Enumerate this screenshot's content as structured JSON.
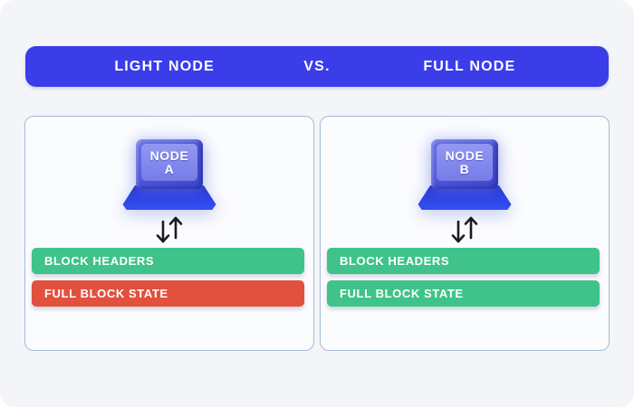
{
  "colors": {
    "page_bg": "#ffffff",
    "card_bg": "#f4f5f8",
    "header_bg": "#3a3de8",
    "header_text": "#ffffff",
    "panel_border": "#a4badd",
    "panel_bg": "#fbfcfe",
    "green": "#3fc38a",
    "red": "#e2503e",
    "arrow": "#1c1c1c"
  },
  "header": {
    "left_label": "LIGHT NODE",
    "vs_label": "VS.",
    "right_label": "FULL NODE"
  },
  "panels": [
    {
      "name": "light-node",
      "laptop": {
        "line1": "NODE",
        "line2": "A"
      },
      "bars": [
        {
          "label": "BLOCK HEADERS",
          "color": "#3fc38a"
        },
        {
          "label": "FULL BLOCK STATE",
          "color": "#e2503e"
        }
      ]
    },
    {
      "name": "full-node",
      "laptop": {
        "line1": "NODE",
        "line2": "B"
      },
      "bars": [
        {
          "label": "BLOCK HEADERS",
          "color": "#3fc38a"
        },
        {
          "label": "FULL BLOCK STATE",
          "color": "#3fc38a"
        }
      ]
    }
  ]
}
